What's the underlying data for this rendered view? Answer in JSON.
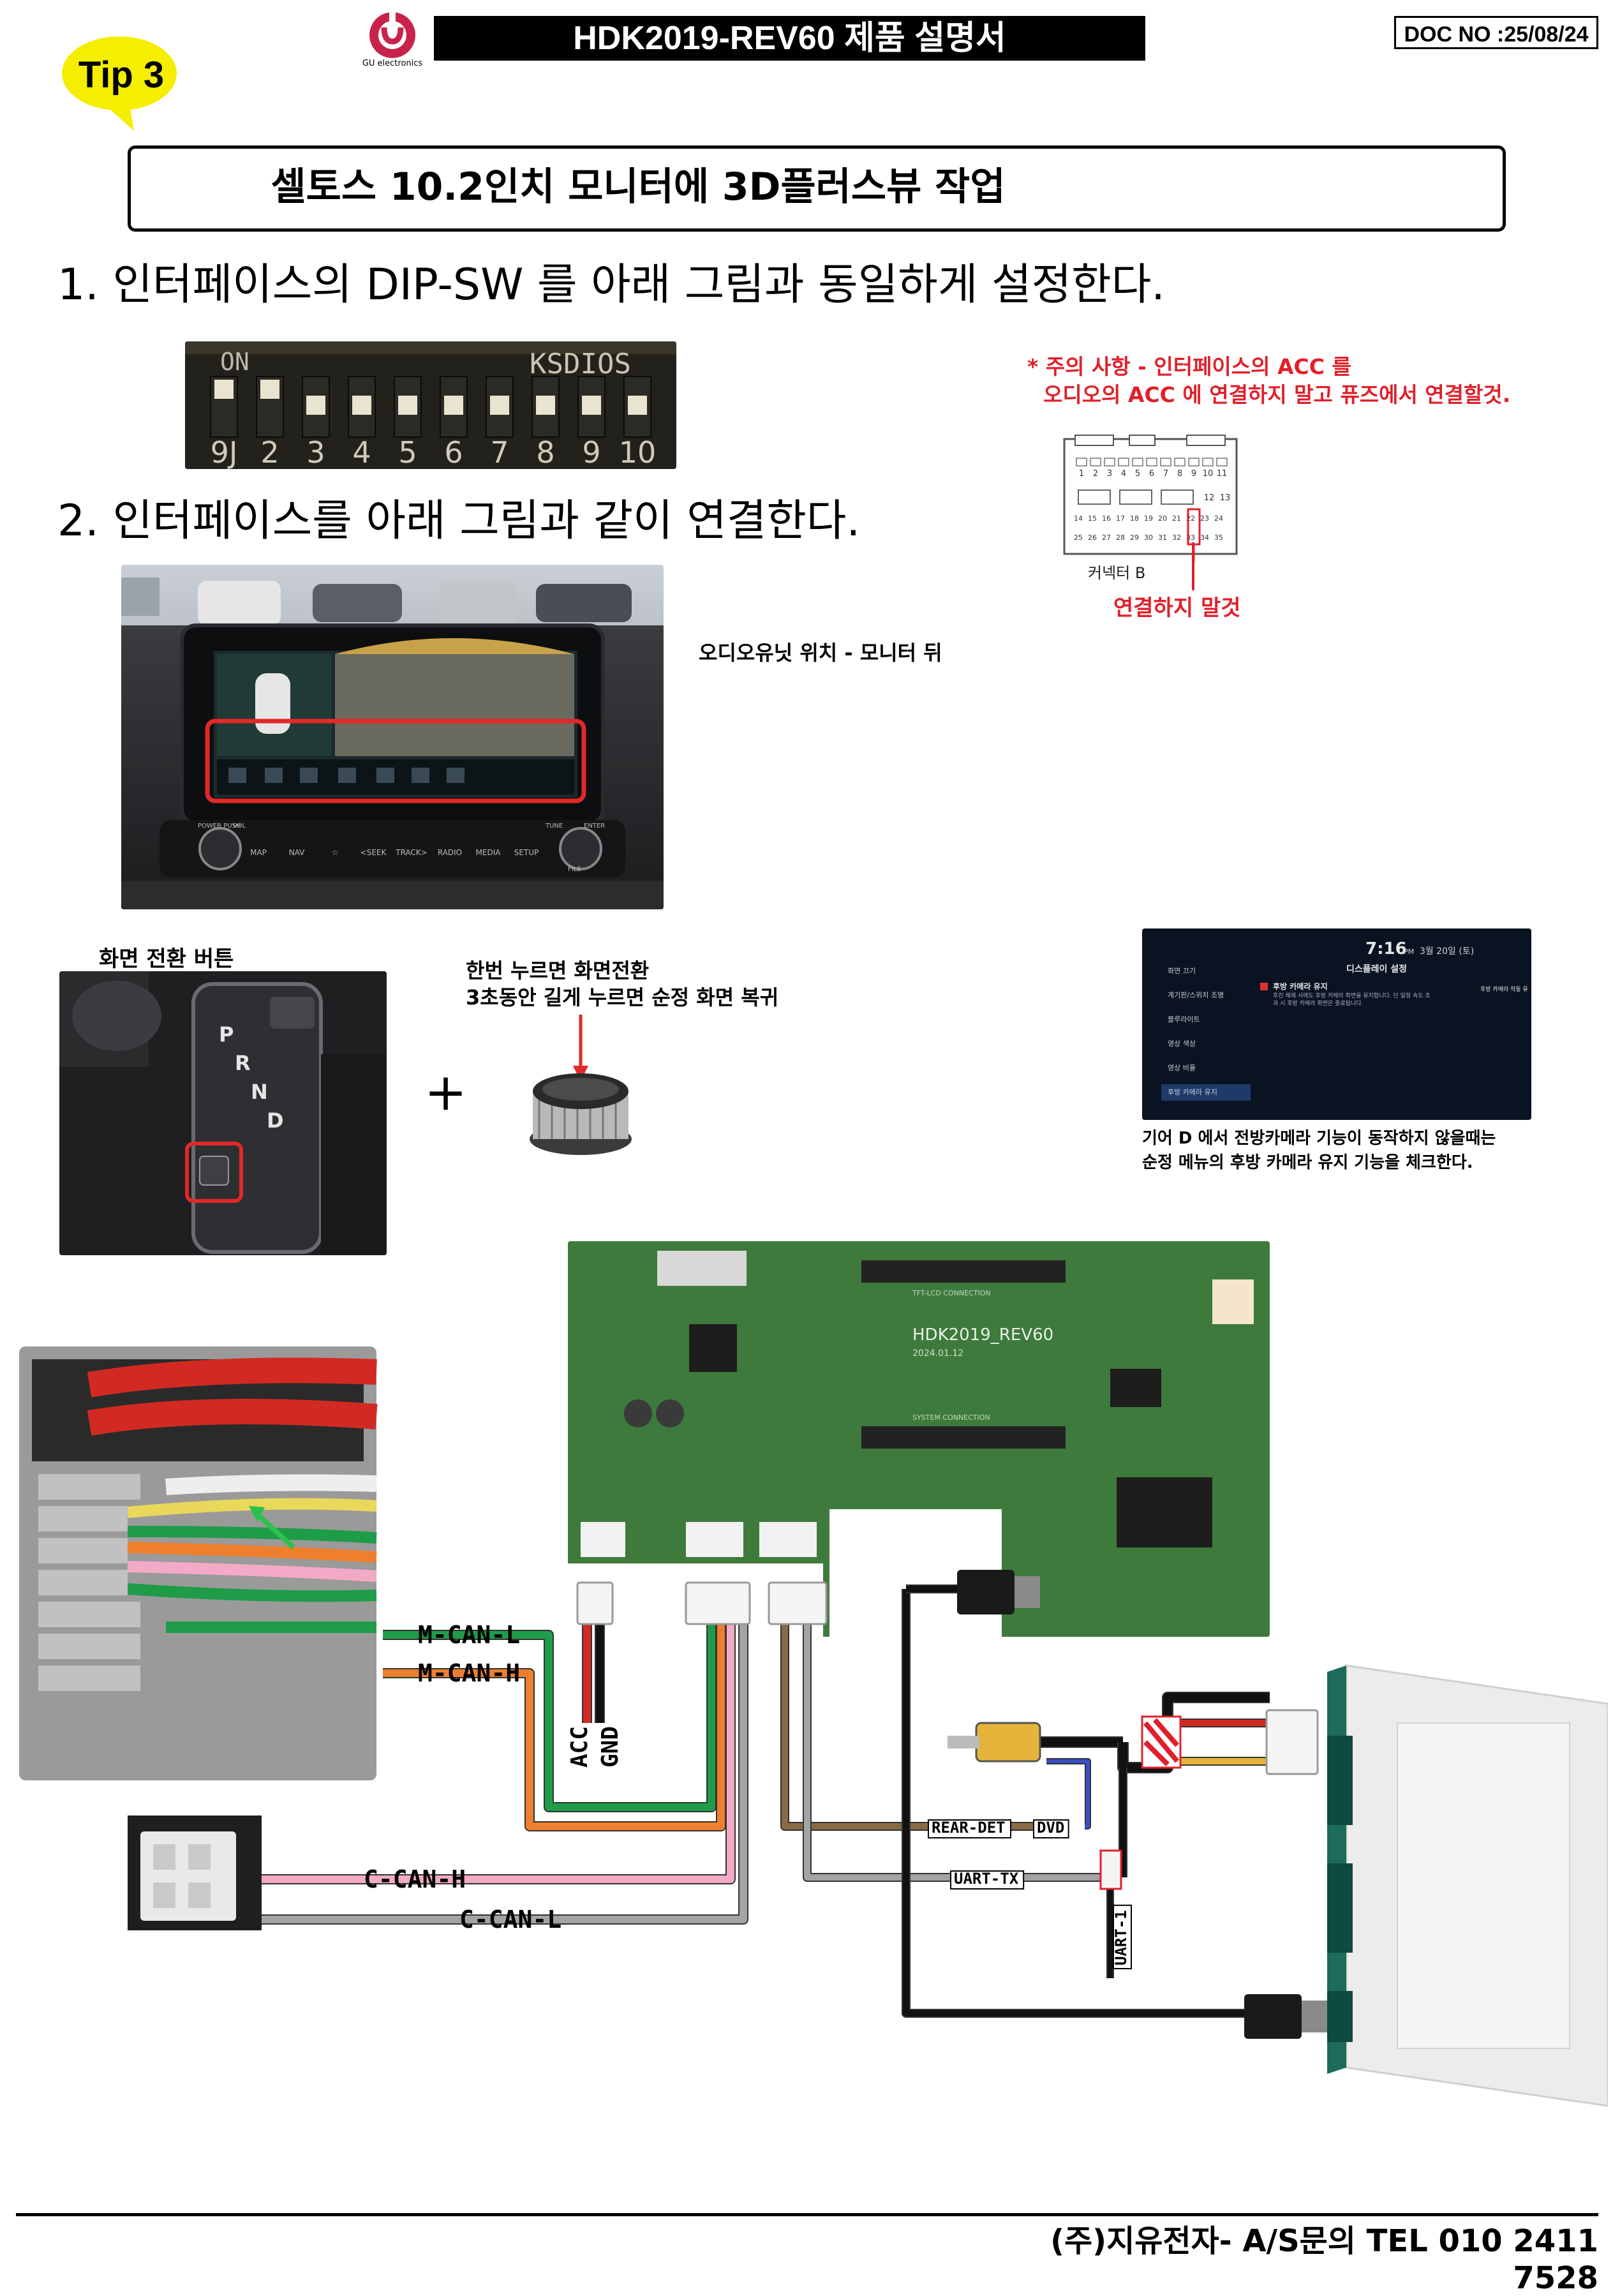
{
  "header": {
    "tip": "Tip 3",
    "logo_text": "GU electronics",
    "title": "HDK2019-REV60   제품 설명서",
    "doc_no": "DOC NO :25/08/24"
  },
  "main_title": "셀토스 10.2인치 모니터에  3D플러스뷰 작업",
  "steps": {
    "step1": "1. 인터페이스의 DIP-SW 를 아래 그림과 동일하게 설정한다.",
    "step2": "2. 인터페이스를 아래 그림과 같이 연결한다."
  },
  "dip_switch": {
    "brand": "KSDIOS",
    "on_label": "ON",
    "numbers": [
      "9J",
      "2",
      "3",
      "4",
      "5",
      "6",
      "7",
      "8",
      "9",
      "10"
    ],
    "positions_on": [
      1,
      1,
      0,
      0,
      0,
      0,
      0,
      0,
      0,
      0
    ]
  },
  "warning": {
    "line1": "* 주의 사항 - 인터페이스의 ACC 를",
    "line2": "오디오의 ACC 에 연결하지 말고 퓨즈에서 연결할것.",
    "connector_label": "커넥터 B",
    "no_connect": "연결하지 말것",
    "pin_row1": [
      "1",
      "2",
      "3",
      "4",
      "5",
      "6",
      "7",
      "8",
      "9",
      "10",
      "11"
    ],
    "pin_row2": [
      "12",
      "13"
    ],
    "pin_row3": [
      "14",
      "15",
      "16",
      "17",
      "18",
      "19",
      "20",
      "21",
      "22",
      "23",
      "24"
    ],
    "pin_row4": [
      "25",
      "26",
      "27",
      "28",
      "29",
      "30",
      "31",
      "32",
      "33",
      "34",
      "35"
    ]
  },
  "monitor": {
    "audio_position": "오디오유닛 위치 -  모니터 뒤",
    "button_row": [
      "MAP",
      "NAV",
      "☆",
      "<SEEK",
      "TRACK>",
      "RADIO",
      "MEDIA",
      "SETUP"
    ],
    "power_label": "POWER PUSH",
    "vol_label": "VOL",
    "tune_label": "TUNE",
    "enter_label": "ENTER",
    "file_label": "FILE"
  },
  "console": {
    "label": "화면 전환 버튼",
    "gears": [
      "P",
      "R",
      "N",
      "D"
    ]
  },
  "press_note": {
    "line1": "한번 누르면 화면전환",
    "line2": "3초동안 길게 누르면 순정 화면 복귀"
  },
  "settings_screen": {
    "time": "7:16",
    "ampm": "PM",
    "date": "3월 20일 (토)",
    "title": "디스플레이 설정",
    "menu": [
      "화면 끄기",
      "계기판/스위치 조명",
      "블루라이트",
      "영상 색상",
      "영상 비율",
      "후방 카메라 유지"
    ],
    "option_title": "후방 카메라 유지",
    "option_desc": "후진 해제 시에도 후방 카메라 화면을 유지합니다. 단 일정 속도 초과 시 후방 카메라 화면은 종료됩니다.",
    "right_label": "후방 카메라 작동 유"
  },
  "gear_note": {
    "line1": "기어 D 에서 전방카메라 기능이 동작하지 않을때는",
    "line2": "순정 메뉴의 후방 카메라 유지 기능을 체크한다."
  },
  "pcb": {
    "model": "HDK2019_REV60",
    "date": "2024.01.12",
    "lcd_label": "TFT-LCD CONNECTION",
    "sys_label": "SYSTEM CONNECTION"
  },
  "wiring_labels": {
    "m_can_l": "M-CAN-L",
    "m_can_h": "M-CAN-H",
    "acc": "ACC",
    "gnd": "GND",
    "c_can_h": "C-CAN-H",
    "c_can_l": "C-CAN-L",
    "rear_det": "REAR-DET",
    "dvd": "DVD",
    "uart_tx": "UART-TX",
    "uart_1": "UART-1"
  },
  "colors": {
    "warning_red": "#e0202a",
    "tip_yellow": "#f6ee00",
    "pcb_green": "#3e7a3c",
    "wire_green": "#1f9c48",
    "wire_orange": "#ee7f2d",
    "wire_pink": "#f3aac6",
    "wire_gray": "#a4a4a4",
    "wire_brown": "#8a6a45",
    "wire_blue": "#3a4fc4"
  },
  "footer": "(주)지유전자- A/S문의 TEL 010 2411 7528"
}
